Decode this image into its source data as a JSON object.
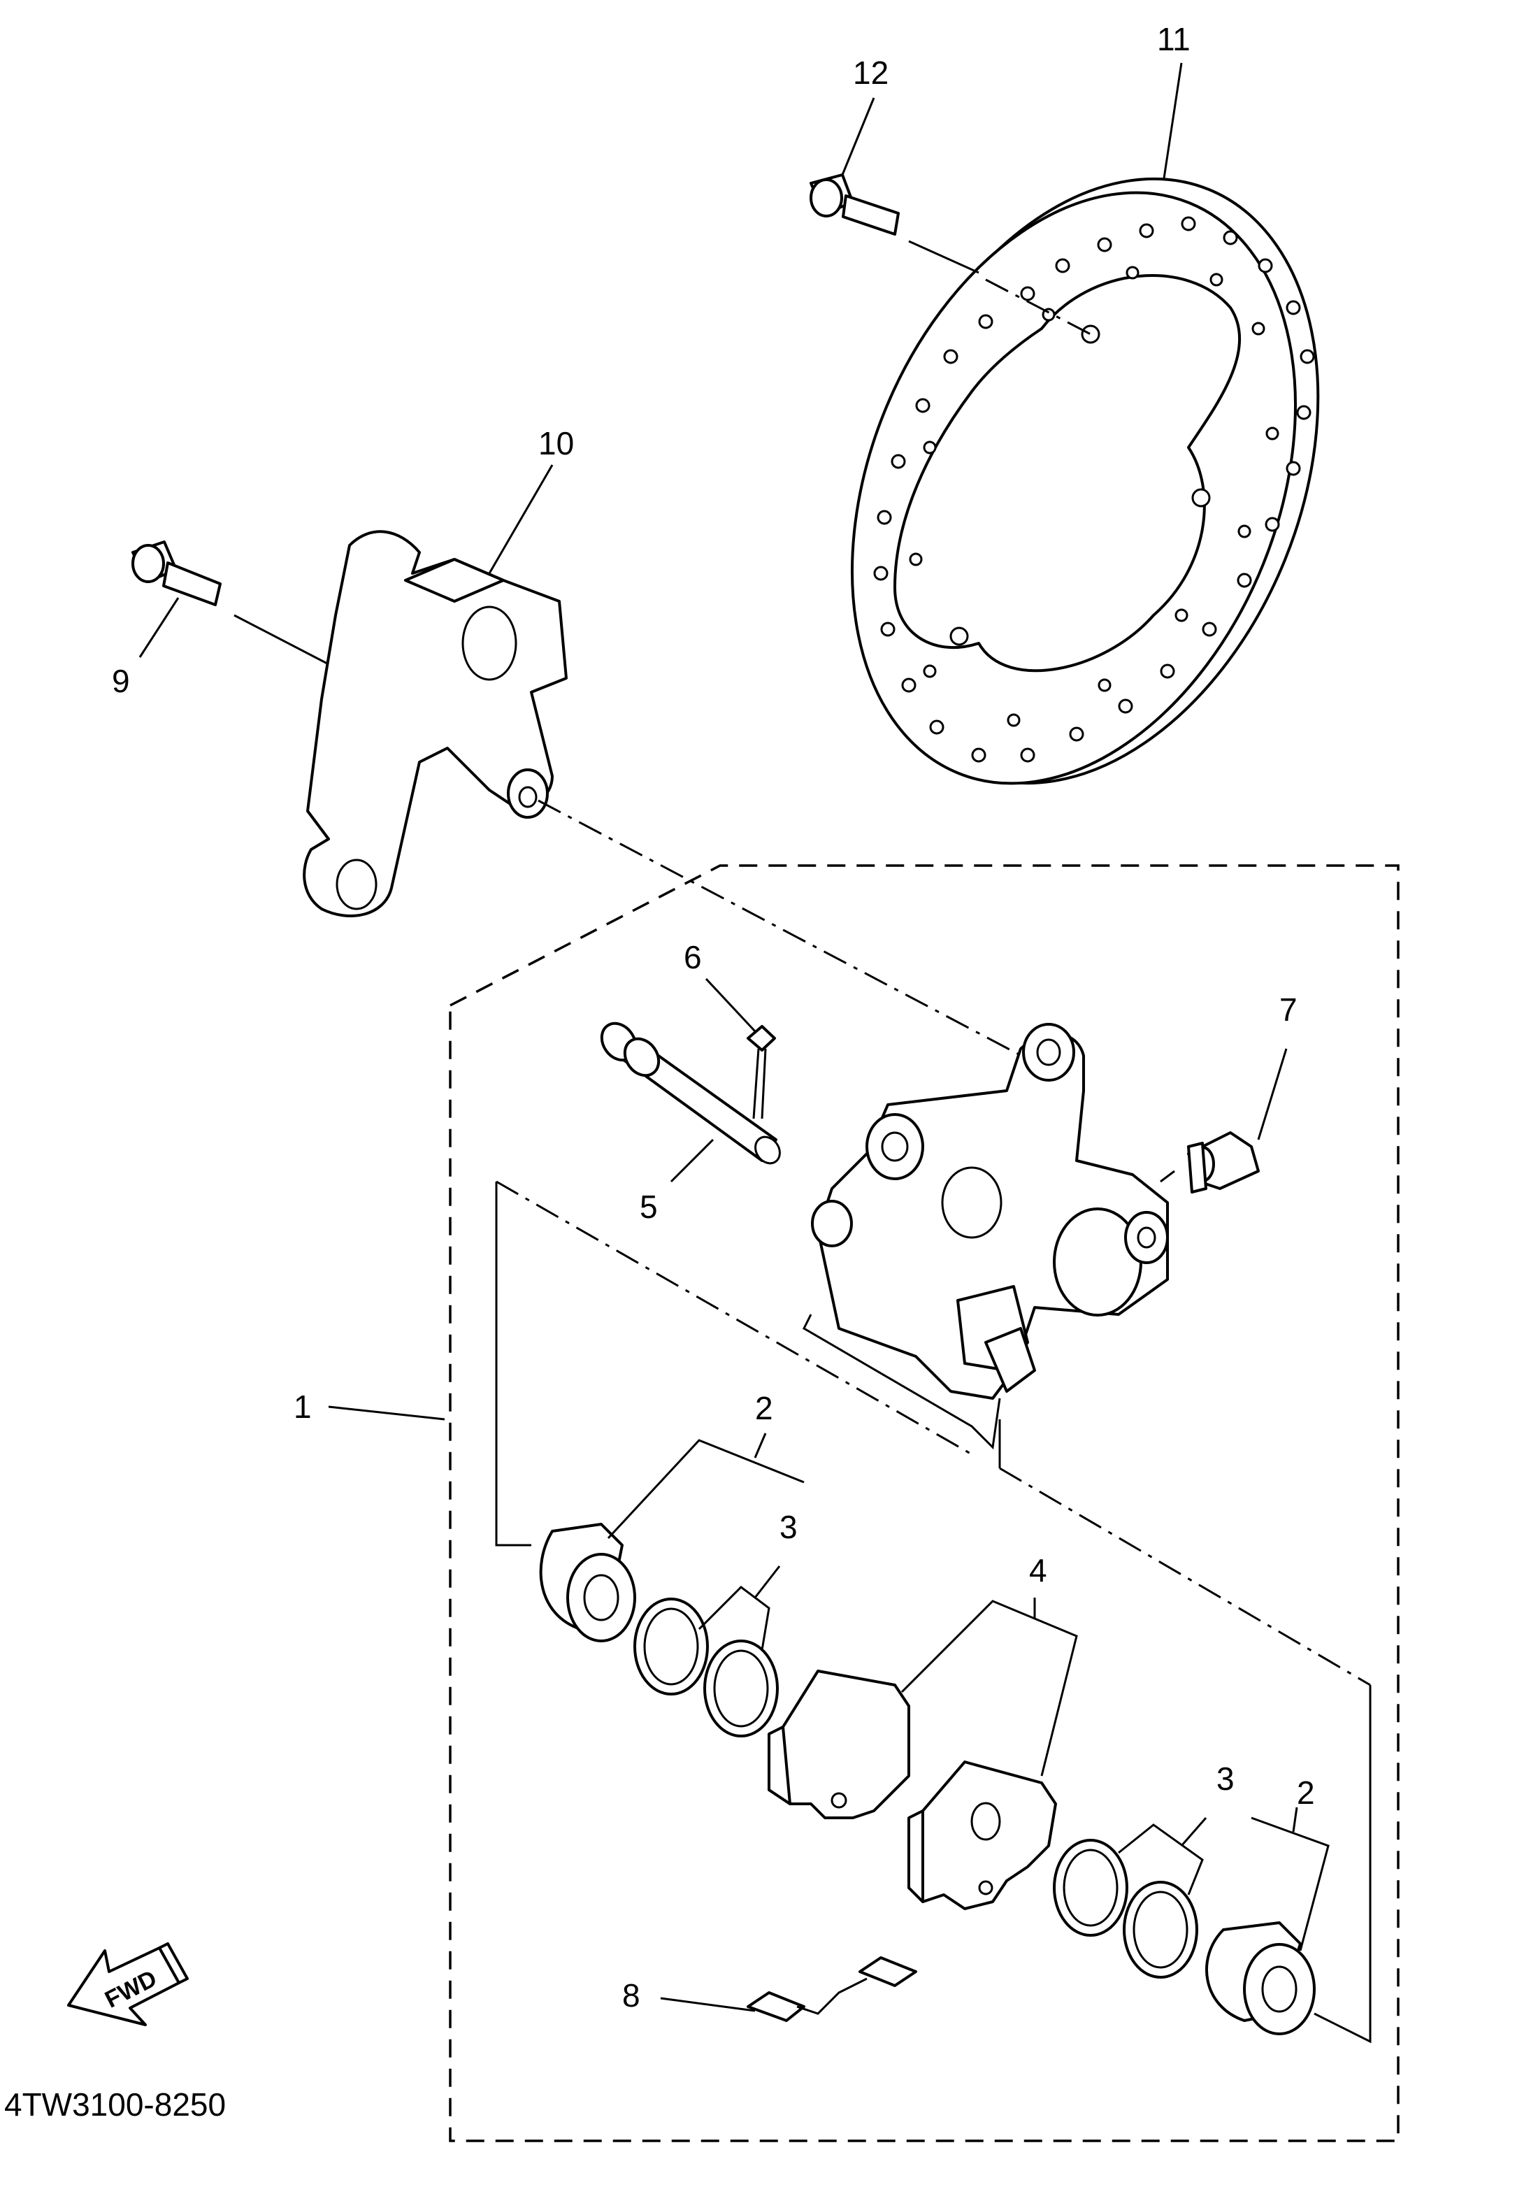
{
  "callouts": {
    "c1": "1",
    "c2a": "2",
    "c2b": "2",
    "c3a": "3",
    "c3b": "3",
    "c4": "4",
    "c5": "5",
    "c6": "6",
    "c7": "7",
    "c8": "8",
    "c9": "9",
    "c10": "10",
    "c11": "11",
    "c12": "12"
  },
  "fwd_label": "FWD",
  "diagram_code": "4TW3100-8250"
}
